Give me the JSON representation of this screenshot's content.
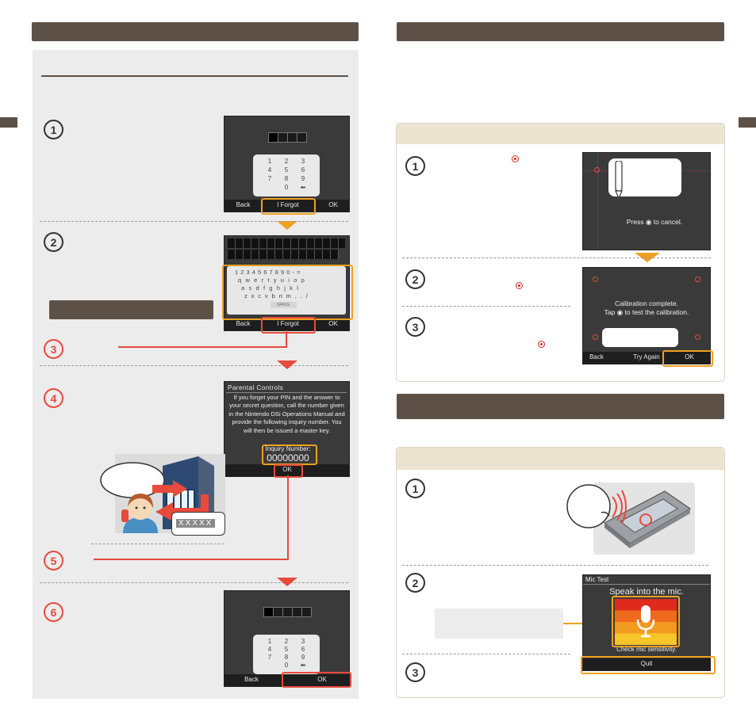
{
  "screens": {
    "pin_keys": [
      "1",
      "2",
      "3",
      "4",
      "5",
      "6",
      "7",
      "8",
      "9",
      "0",
      "⬅"
    ],
    "back": "Back",
    "i_forgot": "I Forgot",
    "ok": "OK",
    "keyboard_rows": [
      "1 2 3 4 5 6 7 8 9 0 - =",
      "q w e r t y u i o p",
      "a s d f g h j k l",
      "z x c v b n m , . /"
    ],
    "space": "SPACE",
    "parental": {
      "title": "Parental Controls",
      "body": "If you forget your PIN and the answer to your secret question, call the number given in the Nintendo DSi Operations Manual and provide the following inquiry number. You will then be issued a master key.",
      "inquiry_label": "Inquiry Number:",
      "inquiry_number": "00000000"
    },
    "master_key": "XXXXX",
    "calib_cancel": "Press ◉ to cancel.",
    "calib_complete": "Calibration complete.",
    "calib_tap": "Tap ◉ to test the calibration.",
    "try_again": "Try Again",
    "mic_title": "Mic Test",
    "mic_speak": "Speak into the mic.",
    "mic_check": "Check mic sensitivity.",
    "quit": "Quit"
  },
  "steps_left": [
    "1",
    "2",
    "3",
    "4",
    "5",
    "6"
  ],
  "steps_calib": [
    "1",
    "2",
    "3"
  ],
  "steps_mic": [
    "1",
    "2",
    "3"
  ],
  "colors": {
    "header": "#5d5147",
    "accent_orange": "#f0a020",
    "accent_red": "#e84a3c",
    "panel_beige": "#ece4d0"
  }
}
